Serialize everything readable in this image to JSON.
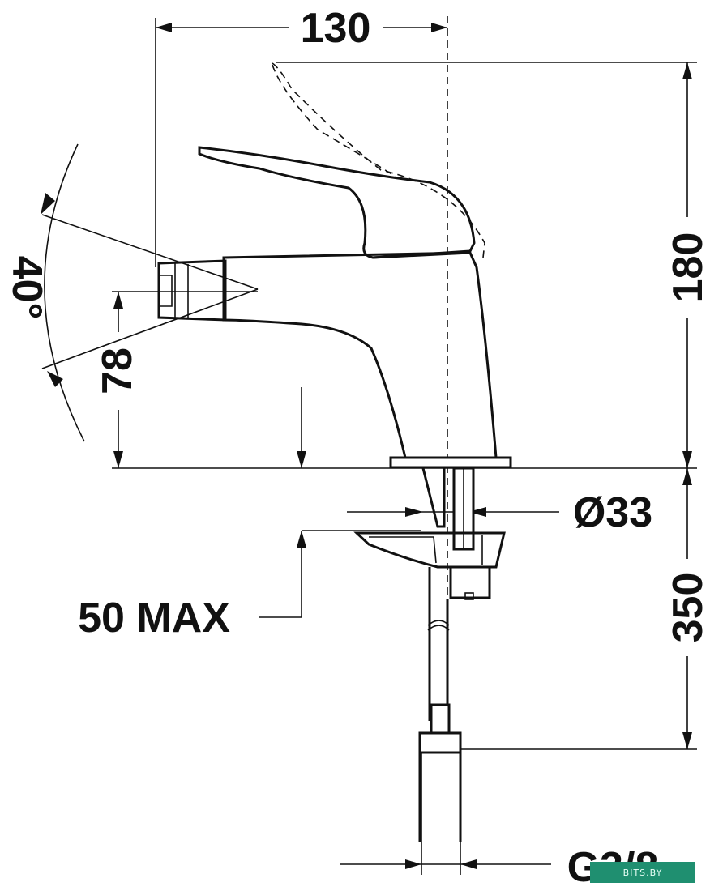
{
  "dimensions": {
    "width_top": "130",
    "height_total": "180",
    "spout_height": "78",
    "spray_angle": "40°",
    "hole_diameter": "Ø33",
    "deck_thickness": "50 MAX",
    "hose_length": "350",
    "connection_thread": "G3/8"
  },
  "watermark": {
    "text": "BITS.BY"
  }
}
